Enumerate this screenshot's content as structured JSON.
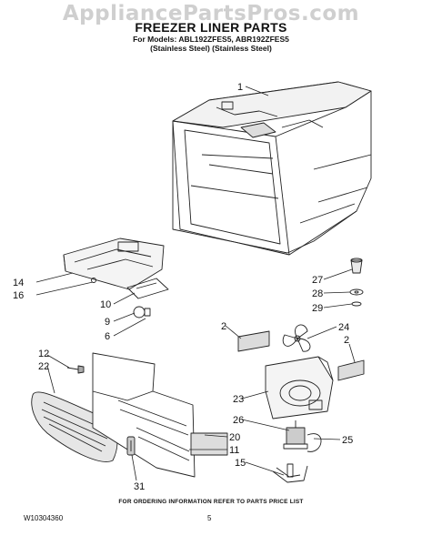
{
  "watermark": "AppliancePartsPros.com",
  "header": {
    "title": "FREEZER LINER PARTS",
    "models_line": "For Models: ABL192ZFES5, ABR192ZFES5",
    "finish_line": "(Stainless Steel) (Stainless Steel)"
  },
  "callouts": [
    "1",
    "14",
    "16",
    "10",
    "9",
    "6",
    "27",
    "28",
    "29",
    "2",
    "24",
    "2",
    "12",
    "22",
    "23",
    "26",
    "20",
    "25",
    "11",
    "15",
    "31"
  ],
  "footer": {
    "note": "FOR ORDERING INFORMATION REFER TO PARTS PRICE LIST",
    "doc_number": "W10304360",
    "page_number": "5"
  }
}
